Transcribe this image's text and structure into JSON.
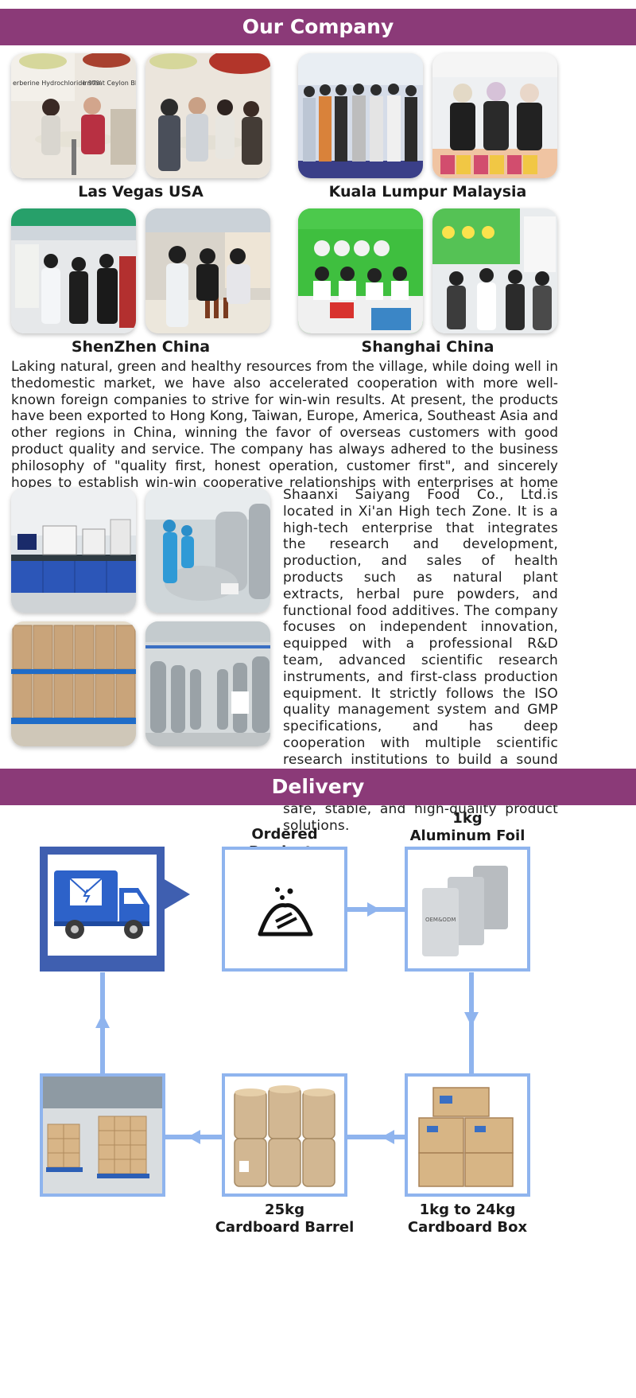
{
  "company": {
    "title": "Our Company",
    "photos": [
      {
        "caption": "Las Vegas USA",
        "signs": [
          "erberine Hydrochloride 97%",
          "Instant Ceylon Black Tea"
        ]
      },
      {
        "caption": "Kuala Lumpur Malaysia"
      },
      {
        "caption": "ShenZhen China"
      },
      {
        "caption": "Shanghai China"
      }
    ],
    "intro": "Laking natural, green and healthy resources from the village, while doing well in thedomestic market, we have also accelerated cooperation with more well-known foreign companies to strive for win-win results. At present, the products have been exported to Hong Kong, Taiwan, Europe, America, Southeast Asia and other regions in China, winning the favor of overseas customers with good product quality and service. The company has always adhered to the business philosophy of \"quality first, honest operation, customer first\", and sincerely hopes to establish win-win cooperative relationships with enterprises at home and abroad.",
    "about": "Shaanxi Saiyang Food Co., Ltd.is located in Xi'an High tech Zone. It is a high-tech enterprise that integrates the research and development, production, and sales of health products such as natural plant extracts, herbal pure powders, and functional food additives. The company focuses on independent innovation, equipped with a professional R&D team, advanced scientific research instruments, and first-class production equipment. It strictly follows the ISO quality management system and GMP specifications, and has deep cooperation with multiple scientific research institutions to build a sound quality inspection system. It is committed to providing customers with safe, stable, and high-quality product solutions."
  },
  "delivery": {
    "title": "Delivery",
    "steps": {
      "ordered": "Ordered Products",
      "foil_line1": "1kg",
      "foil_line2": "Aluminum Foil Bag",
      "box_line1": "1kg to 24kg",
      "box_line2": "Cardboard Box",
      "barrel_line1": "25kg",
      "barrel_line2": "Cardboard Barrel"
    },
    "bag_text": "OEM&ODM"
  },
  "colors": {
    "banner": "#8b3a78",
    "flow": "#8fb4ee",
    "truck_frame": "#3f5fb0",
    "truck": "#2d62c9"
  }
}
